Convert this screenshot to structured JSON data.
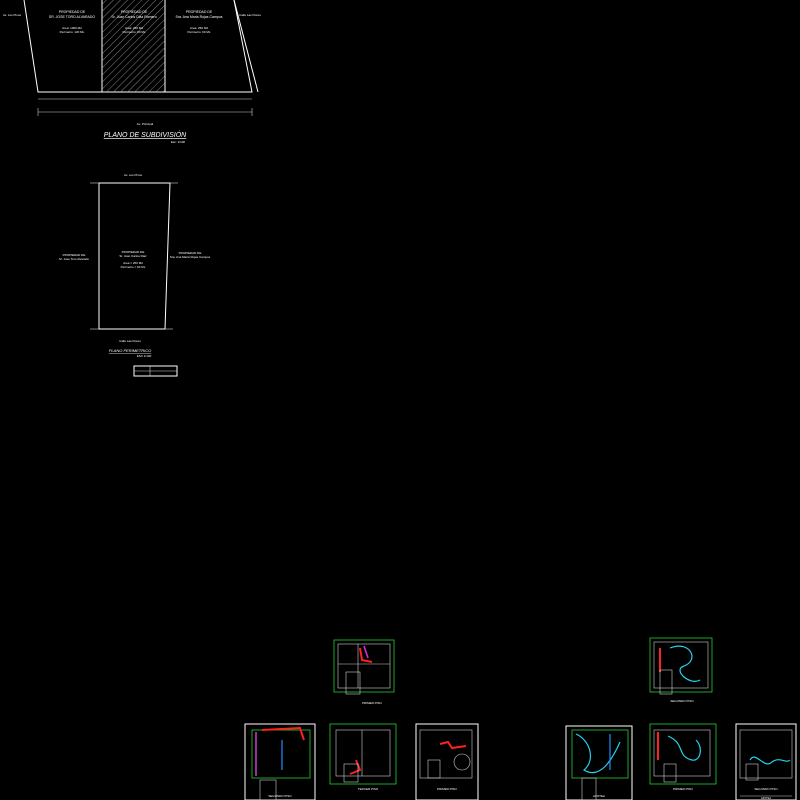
{
  "subdivision_plan": {
    "title": "PLANO DE SUBDIVISIÓN",
    "scale": "Esc: 1/100",
    "lots": [
      {
        "label": "PROPIEDAD DE",
        "owner": "SR. JOSE TORO ALVARADO",
        "area_line1": "Area: 1000 M2",
        "area_line2": "Perimetro: 120 ML"
      },
      {
        "label": "PROPIEDAD DE",
        "owner": "Sr. Juan Carlos Diaz Romero",
        "area_line1": "Area: 250 M2",
        "area_line2": "Perimetro: 60 ML"
      },
      {
        "label": "PROPIEDAD DE",
        "owner": "Sra. Ana Maria Rojas Campos",
        "area_line1": "Area: 250 M2",
        "area_line2": "Perimetro: 60 ML"
      }
    ],
    "left_edge_note": "Av. Los Pinos",
    "right_edge_note": "Calle Las Flores",
    "bottom_street": "Av. Principal"
  },
  "perimeter_plan": {
    "title": "PLANO PERIMETRICO",
    "scale": "ESC 1/100",
    "top_street": "Av. Los Pinos",
    "left_label": "PROPIEDAD DE",
    "left_owner": "Sr. Jose Toro Alvarado",
    "right_label": "PROPIEDAD DE",
    "right_owner": "Sra. Ana Maria Rojas Campos",
    "center_label": "PROPIEDAD DE",
    "center_owner": "Sr. Juan Carlos Diaz",
    "center_area": "Area = 250 M2",
    "center_perimeter": "Perimetro = 60 ML",
    "bottom_street": "Calle Las Flores"
  },
  "floor_plans": [
    {
      "caption": "PRIMER PISO"
    },
    {
      "caption": "SEGUNDO PISO"
    },
    {
      "caption": "TERCER PISO"
    },
    {
      "caption": "PRIMER PISO"
    },
    {
      "caption": "SEGUNDO PISO"
    },
    {
      "caption": "AZOTEA"
    },
    {
      "caption": "PRIMER PISO"
    },
    {
      "caption": "SEGUNDO PISO"
    },
    {
      "caption": "AZOTEA"
    }
  ],
  "colors": {
    "background": "#000000",
    "lines": "#ffffff",
    "walls_green": "#22cc33",
    "pipes_red": "#ff2020",
    "pipes_blue": "#1e90ff",
    "pipes_magenta": "#cc33cc",
    "pipes_cyan": "#22d3ee"
  }
}
